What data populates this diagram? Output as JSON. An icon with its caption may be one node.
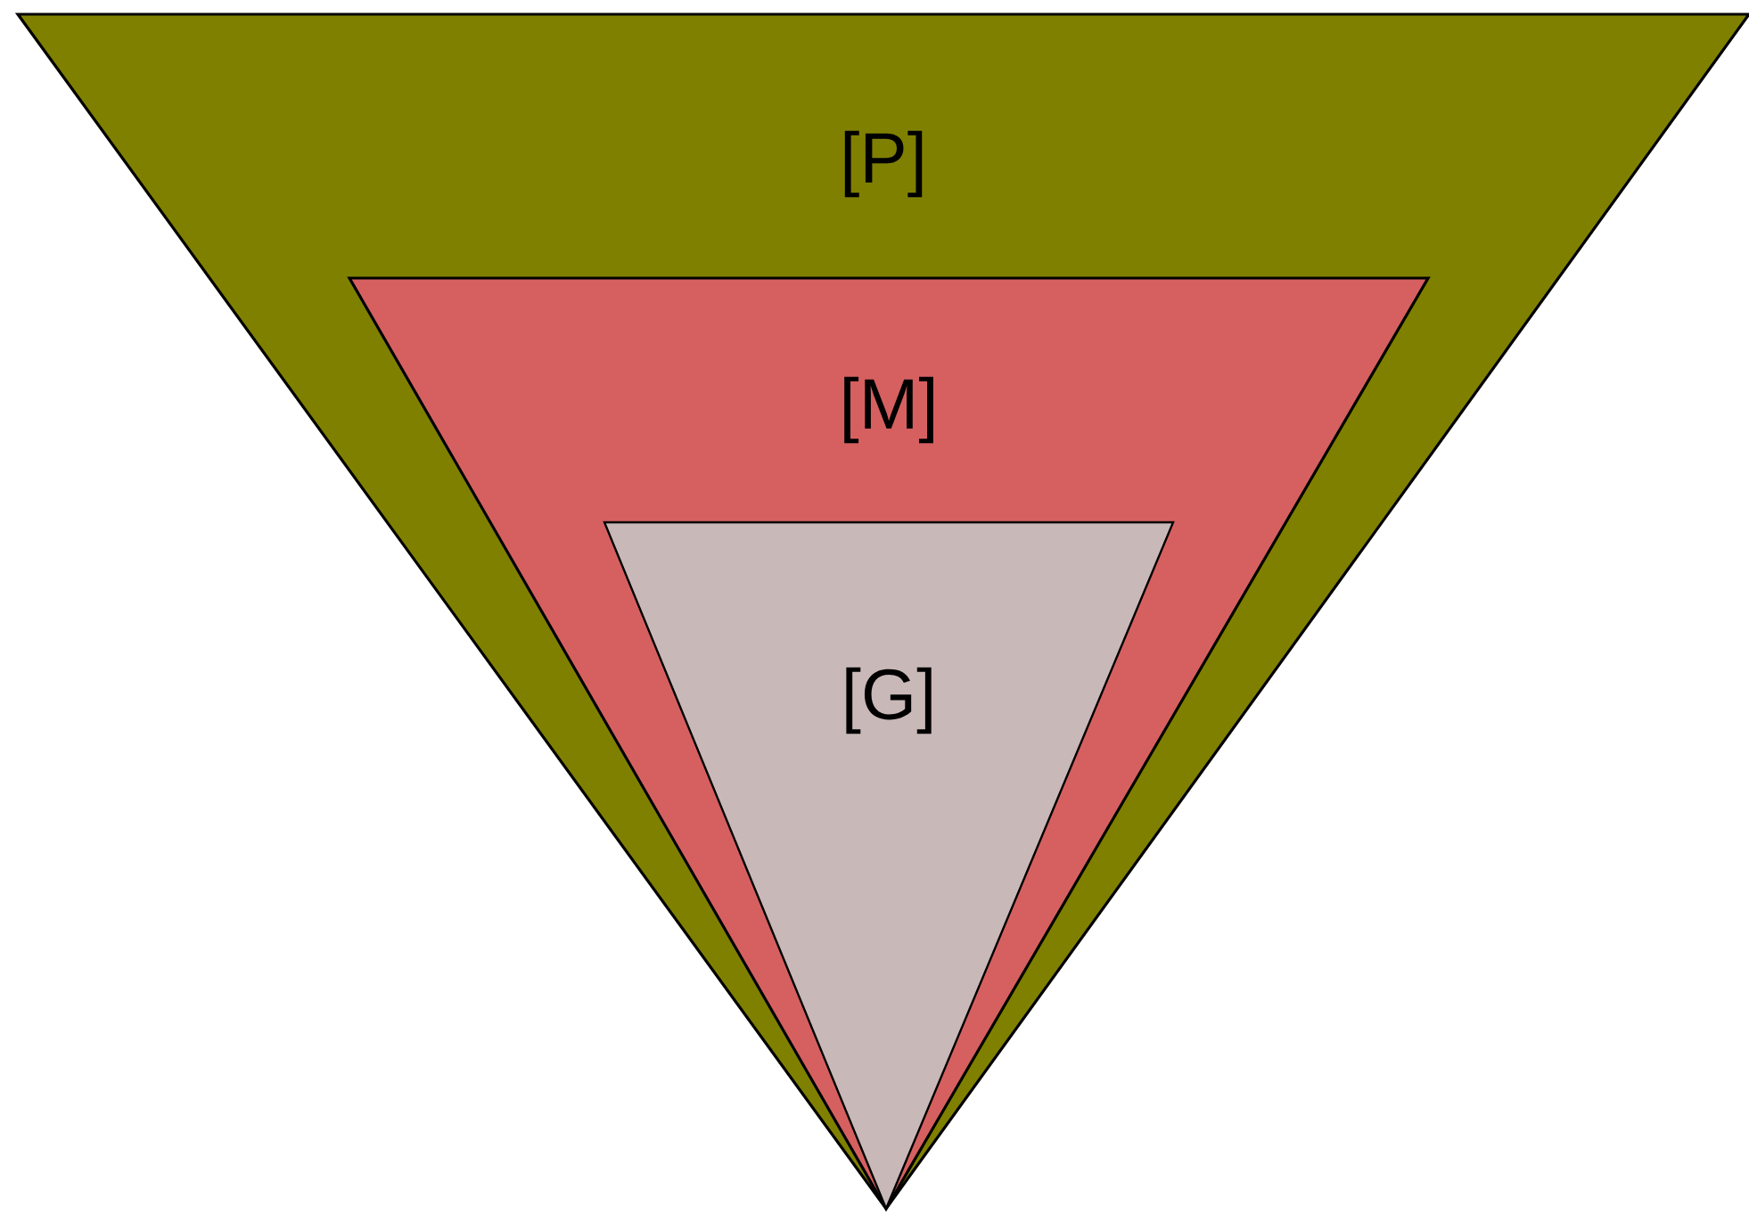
{
  "diagram": {
    "nodes": [
      {
        "text": [
          "[P]"
        ]
      },
      {
        "text": [
          "[M]"
        ],
        "in": 0
      },
      {
        "text": [
          "[G]"
        ],
        "in": 1
      }
    ]
  }
}
